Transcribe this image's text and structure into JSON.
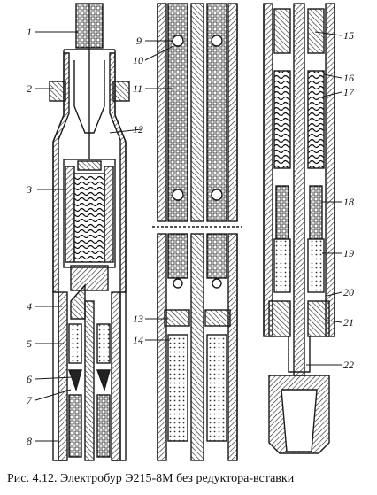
{
  "caption": "Рис. 4.12. Электробур  Э215-8М без редуктора-вставки",
  "callouts": [
    "1",
    "2",
    "3",
    "4",
    "5",
    "6",
    "7",
    "8",
    "9",
    "10",
    "11",
    "12",
    "13",
    "14",
    "15",
    "16",
    "17",
    "18",
    "19",
    "20",
    "21",
    "22"
  ],
  "ink_color": "#1a1a1a"
}
